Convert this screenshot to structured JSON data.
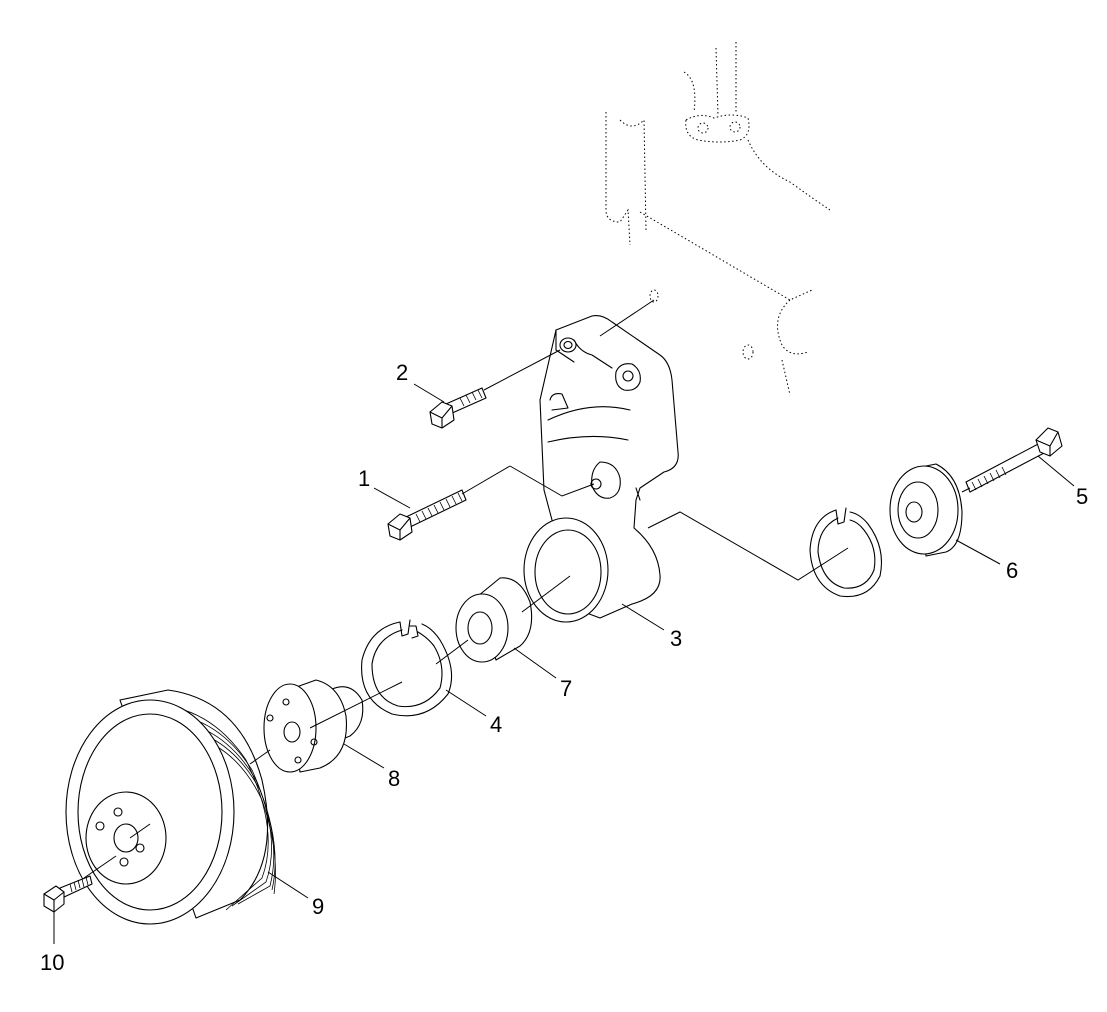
{
  "callouts": [
    {
      "key": "c1",
      "text": "1"
    },
    {
      "key": "c2",
      "text": "2"
    },
    {
      "key": "c3",
      "text": "3"
    },
    {
      "key": "c4",
      "text": "4"
    },
    {
      "key": "c5",
      "text": "5"
    },
    {
      "key": "c6",
      "text": "6"
    },
    {
      "key": "c7",
      "text": "7"
    },
    {
      "key": "c8",
      "text": "8"
    },
    {
      "key": "c9",
      "text": "9"
    },
    {
      "key": "c10",
      "text": "10"
    }
  ],
  "labels": {
    "c1": "1",
    "c2": "2",
    "c3": "3",
    "c4": "4",
    "c5": "5",
    "c6": "6",
    "c7": "7",
    "c8": "8",
    "c9": "9",
    "c10": "10"
  },
  "colors": {
    "line": "#000000",
    "background": "#ffffff"
  }
}
